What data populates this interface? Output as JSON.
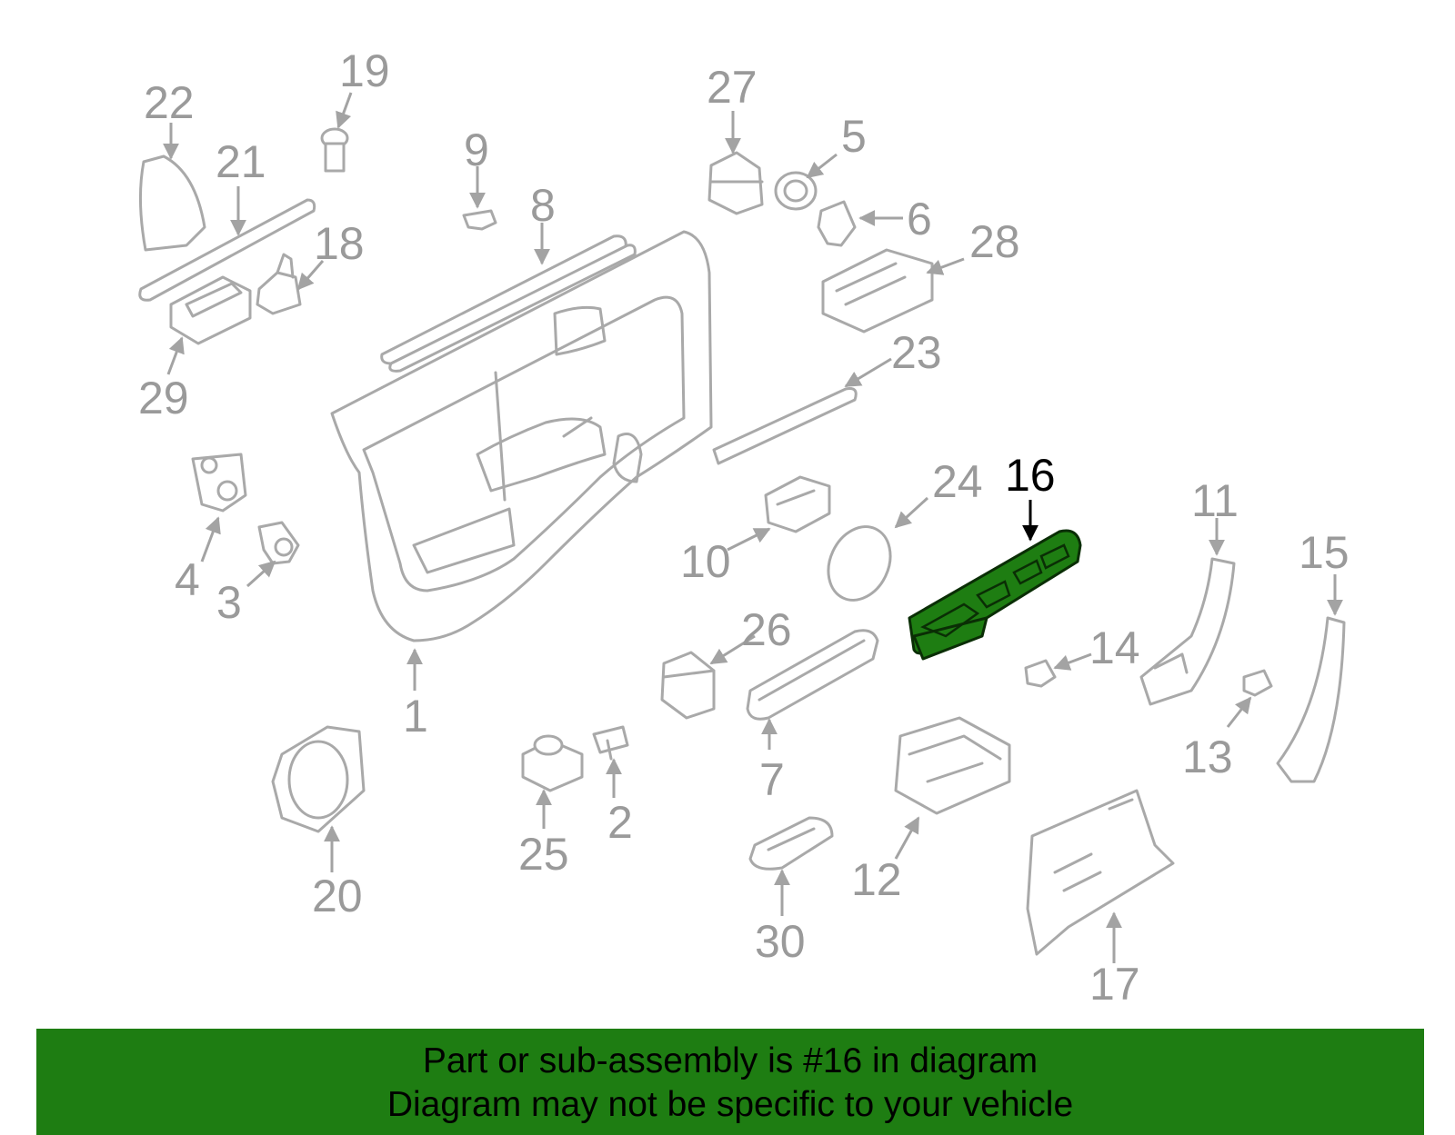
{
  "diagram": {
    "highlighted_part": "16",
    "callouts": [
      {
        "id": "c1",
        "label": "1"
      },
      {
        "id": "c2",
        "label": "2"
      },
      {
        "id": "c3",
        "label": "3"
      },
      {
        "id": "c4",
        "label": "4"
      },
      {
        "id": "c5",
        "label": "5"
      },
      {
        "id": "c6",
        "label": "6"
      },
      {
        "id": "c7",
        "label": "7"
      },
      {
        "id": "c8",
        "label": "8"
      },
      {
        "id": "c9",
        "label": "9"
      },
      {
        "id": "c10",
        "label": "10"
      },
      {
        "id": "c11",
        "label": "11"
      },
      {
        "id": "c12",
        "label": "12"
      },
      {
        "id": "c13",
        "label": "13"
      },
      {
        "id": "c14",
        "label": "14"
      },
      {
        "id": "c15",
        "label": "15"
      },
      {
        "id": "c16",
        "label": "16"
      },
      {
        "id": "c17",
        "label": "17"
      },
      {
        "id": "c18",
        "label": "18"
      },
      {
        "id": "c19",
        "label": "19"
      },
      {
        "id": "c20",
        "label": "20"
      },
      {
        "id": "c21",
        "label": "21"
      },
      {
        "id": "c22",
        "label": "22"
      },
      {
        "id": "c23",
        "label": "23"
      },
      {
        "id": "c24",
        "label": "24"
      },
      {
        "id": "c25",
        "label": "25"
      },
      {
        "id": "c26",
        "label": "26"
      },
      {
        "id": "c27",
        "label": "27"
      },
      {
        "id": "c28",
        "label": "28"
      },
      {
        "id": "c29",
        "label": "29"
      },
      {
        "id": "c30",
        "label": "30"
      }
    ],
    "colors": {
      "highlight": "#1e7d12",
      "line": "#a9a9a9",
      "label": "#9a9a9a"
    }
  },
  "banner": {
    "line1": "Part or sub-assembly is #16 in diagram",
    "line2": "Diagram may not be specific to your vehicle"
  }
}
